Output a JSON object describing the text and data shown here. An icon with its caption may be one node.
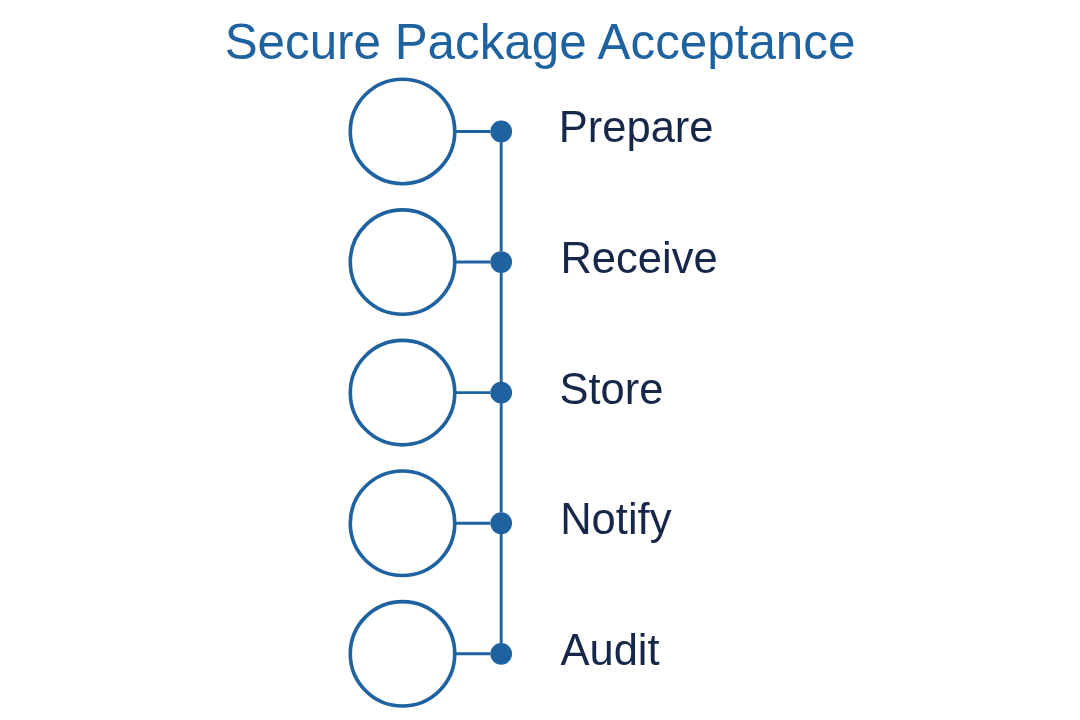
{
  "diagram": {
    "title": "Secure Package Acceptance",
    "nodes": [
      {
        "text": [],
        "shape": "circle"
      },
      {
        "text": [],
        "shape": "circle"
      },
      {
        "text": [],
        "shape": "circle"
      },
      {
        "text": [],
        "shape": "circle"
      },
      {
        "text": [],
        "shape": "circle"
      },
      {
        "text": [],
        "shape": "circle",
        "beside": [
          "Prepare"
        ]
      },
      {
        "text": [],
        "shape": "circle",
        "beside": [
          "Receive"
        ]
      },
      {
        "text": [],
        "shape": "circle",
        "beside": [
          "Store"
        ]
      },
      {
        "text": [],
        "shape": "circle",
        "beside": [
          "Notify"
        ]
      },
      {
        "text": [],
        "shape": "circle",
        "beside": [
          "Audit"
        ]
      }
    ],
    "edges": [
      {
        "from": 0,
        "to": 5,
        "arrow": "none"
      },
      {
        "from": 1,
        "to": 6,
        "arrow": "none"
      },
      {
        "from": 2,
        "to": 7,
        "arrow": "none"
      },
      {
        "from": 3,
        "to": 8,
        "arrow": "none"
      },
      {
        "from": 4,
        "to": 9,
        "arrow": "none"
      },
      {
        "from": 5,
        "to": 6,
        "arrow": "none"
      },
      {
        "from": 6,
        "to": 7,
        "arrow": "none"
      },
      {
        "from": 7,
        "to": 8,
        "arrow": "none"
      },
      {
        "from": 8,
        "to": 9,
        "arrow": "none"
      }
    ]
  }
}
